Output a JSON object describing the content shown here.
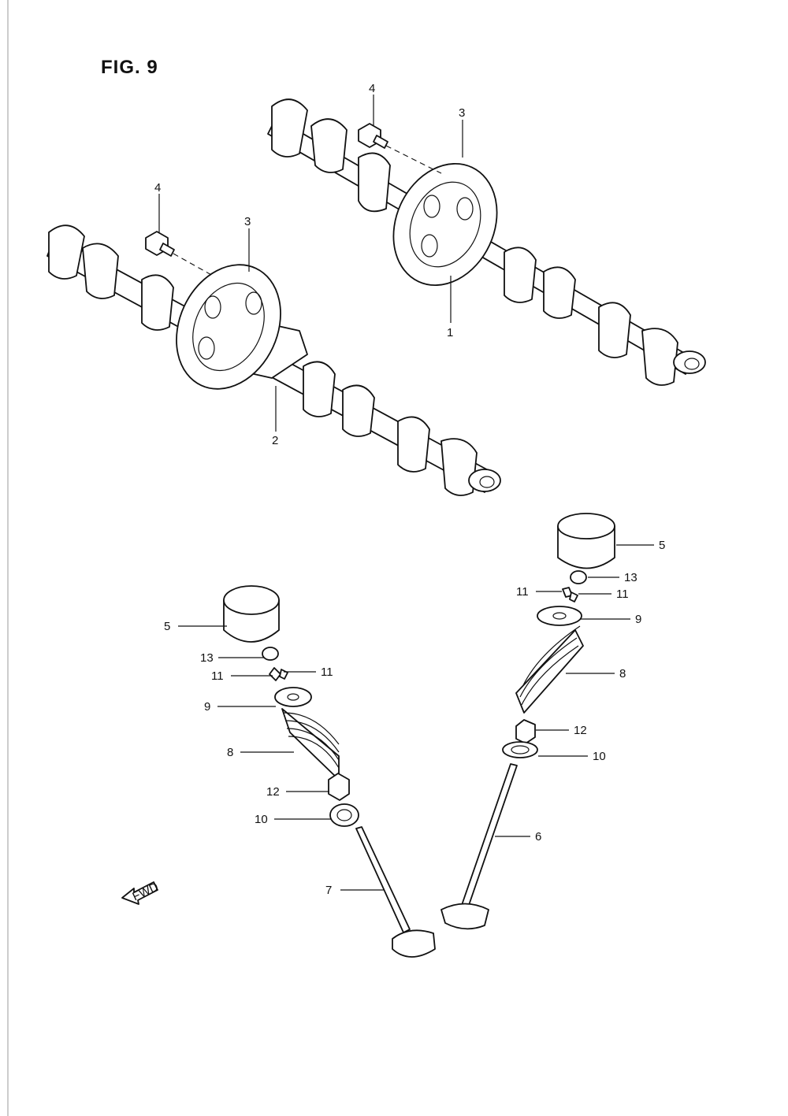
{
  "figure": {
    "title": "FIG. 9"
  },
  "callouts": {
    "c1": "1",
    "c2": "2",
    "c3a": "3",
    "c3b": "3",
    "c4a": "4",
    "c4b": "4",
    "c5a": "5",
    "c5b": "5",
    "c6": "6",
    "c7": "7",
    "c8a": "8",
    "c8b": "8",
    "c9a": "9",
    "c9b": "9",
    "c10a": "10",
    "c10b": "10",
    "c11a": "11",
    "c11b": "11",
    "c11c": "11",
    "c11d": "11",
    "c12a": "12",
    "c12b": "12",
    "c13a": "13",
    "c13b": "13"
  },
  "fwd_label": "FWD"
}
